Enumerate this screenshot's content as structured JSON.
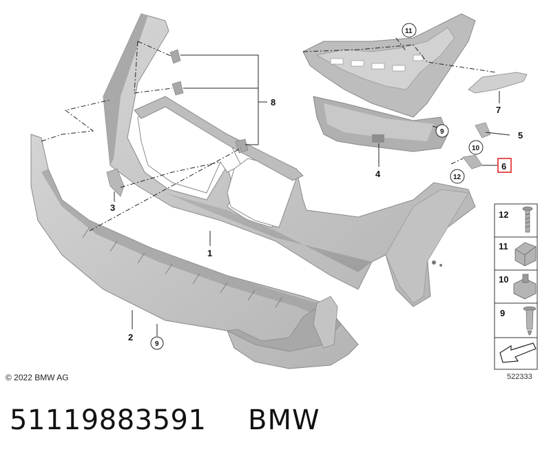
{
  "diagram": {
    "callouts": {
      "c1": "1",
      "c2": "2",
      "c3": "3",
      "c4": "4",
      "c5": "5",
      "c6": "6",
      "c7": "7",
      "c8": "8",
      "c9a": "9",
      "c9b": "9",
      "c10": "10",
      "c11": "11",
      "c12": "12"
    },
    "highlight_color": "#e02424",
    "part_color": "#c8c8c8",
    "part_shadow_color": "#9e9e9e"
  },
  "legend": {
    "items": [
      {
        "number": "12",
        "icon": "screw-icon"
      },
      {
        "number": "11",
        "icon": "clip-nut-icon"
      },
      {
        "number": "10",
        "icon": "spring-nut-icon"
      },
      {
        "number": "9",
        "icon": "expanding-rivet-icon"
      }
    ],
    "arrow_icon": "direction-arrow-icon"
  },
  "footer": {
    "copyright": "© 2022 BMW AG",
    "drawing_number": "522333",
    "part_number": "51119883591",
    "brand": "BMW"
  }
}
